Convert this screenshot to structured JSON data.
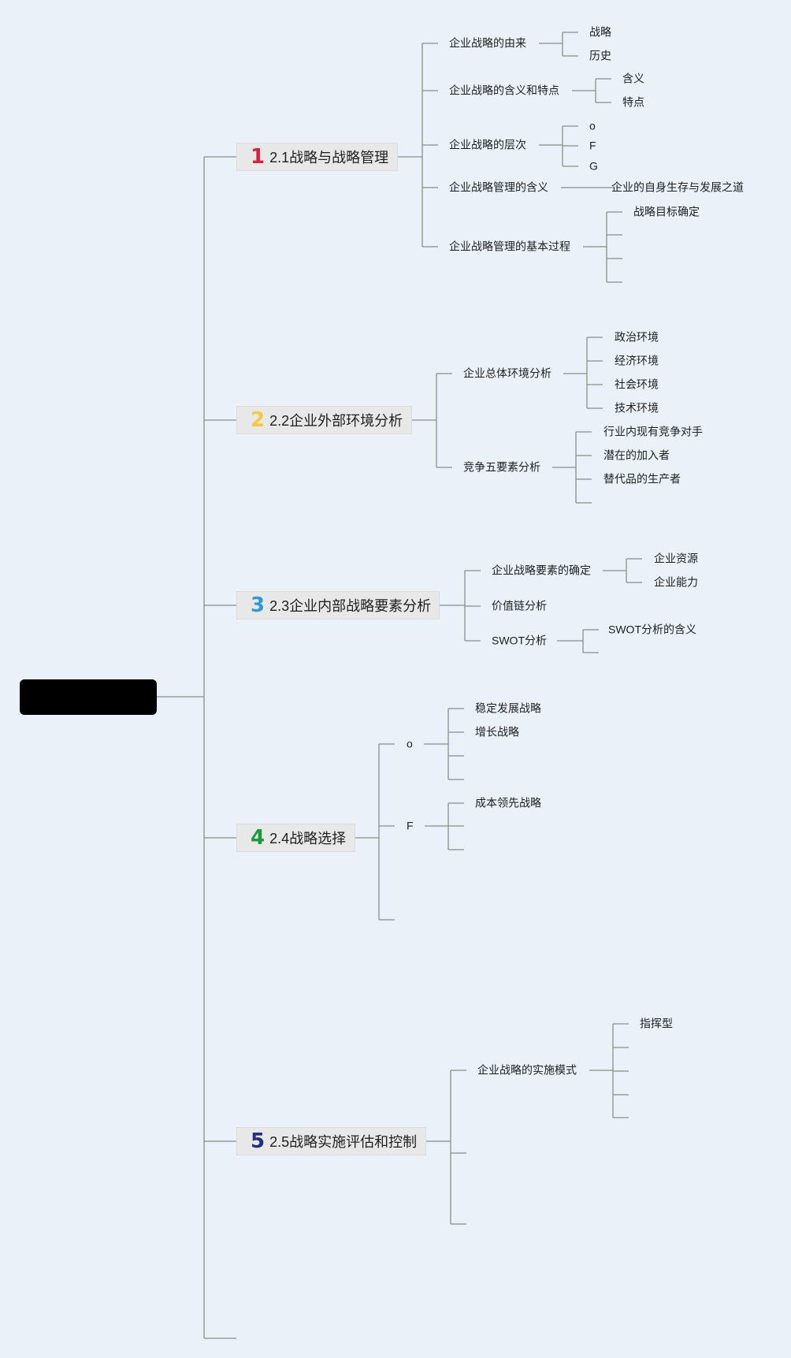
{
  "root": {
    "label": ""
  },
  "topics": [
    {
      "id": "t1",
      "number": "1",
      "label": "2.1战略与战略管理",
      "number_color": "#d6233a",
      "children": [
        {
          "id": "t1c1",
          "label": "企业战略的由来",
          "children": [
            "战略",
            "历史"
          ]
        },
        {
          "id": "t1c2",
          "label": "企业战略的含义和特点",
          "children": [
            "含义",
            "特点"
          ]
        },
        {
          "id": "t1c3",
          "label": "企业战略的层次",
          "children": [
            "o",
            "F",
            "G"
          ]
        },
        {
          "id": "t1c4",
          "label": "企业战略管理的含义",
          "children": [
            "企业的自身生存与发展之道"
          ]
        },
        {
          "id": "t1c5",
          "label": "企业战略管理的基本过程",
          "children": [
            "战略目标确定",
            "",
            "",
            ""
          ]
        }
      ]
    },
    {
      "id": "t2",
      "number": "2",
      "label": "2.2企业外部环境分析",
      "number_color": "#f3cc3d",
      "children": [
        {
          "id": "t2c1",
          "label": "企业总体环境分析",
          "children": [
            "政治环境",
            "经济环境",
            "社会环境",
            "技术环境"
          ]
        },
        {
          "id": "t2c2",
          "label": "竞争五要素分析",
          "children": [
            "行业内现有竞争对手",
            "潜在的加入者",
            "替代品的生产者",
            ""
          ]
        }
      ]
    },
    {
      "id": "t3",
      "number": "3",
      "label": "2.3企业内部战略要素分析",
      "number_color": "#2f9ad8",
      "children": [
        {
          "id": "t3c1",
          "label": "企业战略要素的确定",
          "children": [
            "企业资源",
            "企业能力"
          ]
        },
        {
          "id": "t3c2",
          "label": "价值链分析",
          "children": []
        },
        {
          "id": "t3c3",
          "label": "SWOT分析",
          "children": [
            "SWOT分析的含义",
            ""
          ]
        }
      ]
    },
    {
      "id": "t4",
      "number": "4",
      "label": "2.4战略选择",
      "number_color": "#1f9a3b",
      "children": [
        {
          "id": "t4c1",
          "label": "o",
          "children": [
            "稳定发展战略",
            "增长战略",
            "",
            ""
          ]
        },
        {
          "id": "t4c2",
          "label": "F",
          "children": [
            "成本领先战略",
            "",
            ""
          ]
        },
        {
          "id": "t4c3",
          "label": "",
          "children": []
        }
      ]
    },
    {
      "id": "t5",
      "number": "5",
      "label": "2.5战略实施评估和控制",
      "number_color": "#1e2f8a",
      "children": [
        {
          "id": "t5c1",
          "label": "企业战略的实施模式",
          "children": [
            "指挥型",
            "",
            "",
            "",
            ""
          ]
        },
        {
          "id": "t5c2",
          "label": "",
          "children": []
        },
        {
          "id": "t5c3",
          "label": "",
          "children": []
        }
      ]
    },
    {
      "id": "t6",
      "number": "",
      "label": "",
      "number_color": "",
      "children": []
    }
  ],
  "colors": {
    "background": "#eaf1f9",
    "line": "#8c9185",
    "topic_fill": "#e8e8e8",
    "root_fill": "#000000"
  }
}
